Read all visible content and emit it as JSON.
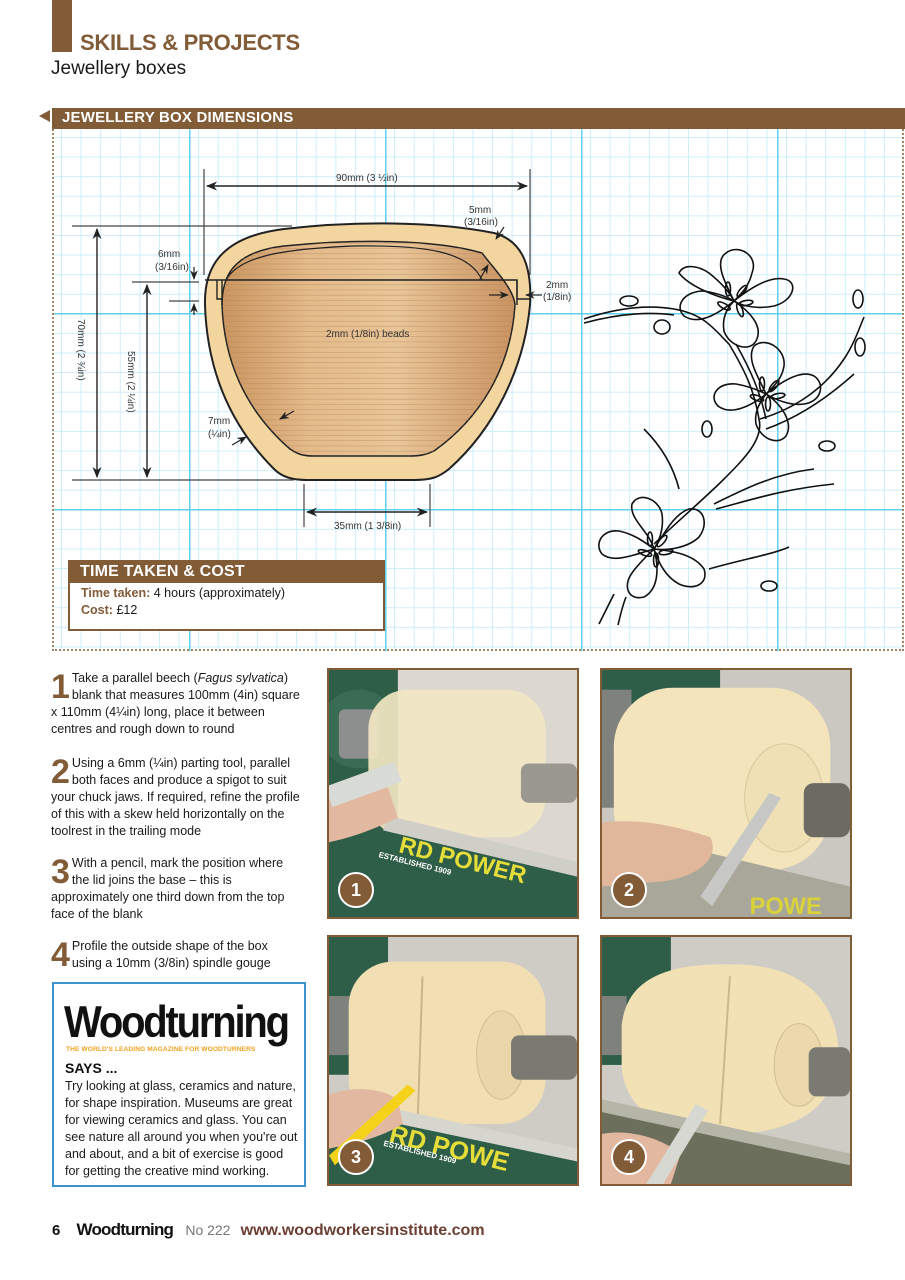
{
  "header": {
    "section": "SKILLS & PROJECTS",
    "subtitle": "Jewellery boxes"
  },
  "dimensions": {
    "title": "JEWELLERY BOX DIMENSIONS",
    "labels": {
      "width_top": "90mm (3 ½in)",
      "wall_top_mm": "5mm",
      "wall_top_in": "(3/16in)",
      "lid_step_mm": "6mm",
      "lid_step_in": "(3/16in)",
      "rim_mm": "2mm",
      "rim_in": "(1/8in)",
      "beads": "2mm (1/8in) beads",
      "height_total": "70mm (2 ¾in)",
      "height_base": "55mm (2 ¼in)",
      "wall_side_mm": "7mm",
      "wall_side_in": "(¼in)",
      "width_base": "35mm (1 3/8in)"
    },
    "colors": {
      "brand": "#825b37",
      "grid_major": "#5fd0ec",
      "grid_minor": "#cdeefa",
      "wood_outer": "#f3d59f",
      "wood_inner": "#d9a878"
    }
  },
  "time_cost": {
    "title": "TIME TAKEN & COST",
    "time_label": "Time taken:",
    "time_value": "4 hours (approximately)",
    "cost_label": "Cost:",
    "cost_value": "£12"
  },
  "steps": [
    {
      "num": "1",
      "text_a": "Take a parallel beech (",
      "latin": "Fagus sylvatica",
      "text_b": ") blank that measures 100mm (4in) square x 110mm (4¼in) long, place it between centres and rough down to round"
    },
    {
      "num": "2",
      "text_a": "Using a 6mm (¼in) parting tool, parallel both faces and produce a spigot to suit your chuck jaws. If required, refine the profile of this with a skew held horizontally on the toolrest in the trailing mode"
    },
    {
      "num": "3",
      "text_a": "With a pencil, mark the position where the lid joins the base – this is approximately one third down from the top face of the blank"
    },
    {
      "num": "4",
      "text_a": "Profile the outside shape of the box using a 10mm (3/8in) spindle gouge"
    }
  ],
  "says_box": {
    "logo": "Woodturning",
    "tagline": "THE WORLD'S LEADING MAGAZINE FOR WOODTURNERS",
    "heading": "SAYS ...",
    "body": "Try looking at glass, ceramics and nature, for shape inspiration. Museums are great for viewing ceramics and glass. You can see nature all around you when you're out and about, and a bit of exercise is good for getting the creative mind working."
  },
  "photos": [
    {
      "badge": "1",
      "lathe_text": "RD POWER",
      "lathe_sub": "ESTABLISHED 1909"
    },
    {
      "badge": "2",
      "lathe_text": "POWE"
    },
    {
      "badge": "3",
      "lathe_text": "RD POWE",
      "lathe_sub": "ESTABLISHED 1909"
    },
    {
      "badge": "4"
    }
  ],
  "footer": {
    "page": "6",
    "magazine": "Woodturning",
    "issue": "No 222",
    "url": "www.woodworkersinstitute.com"
  }
}
